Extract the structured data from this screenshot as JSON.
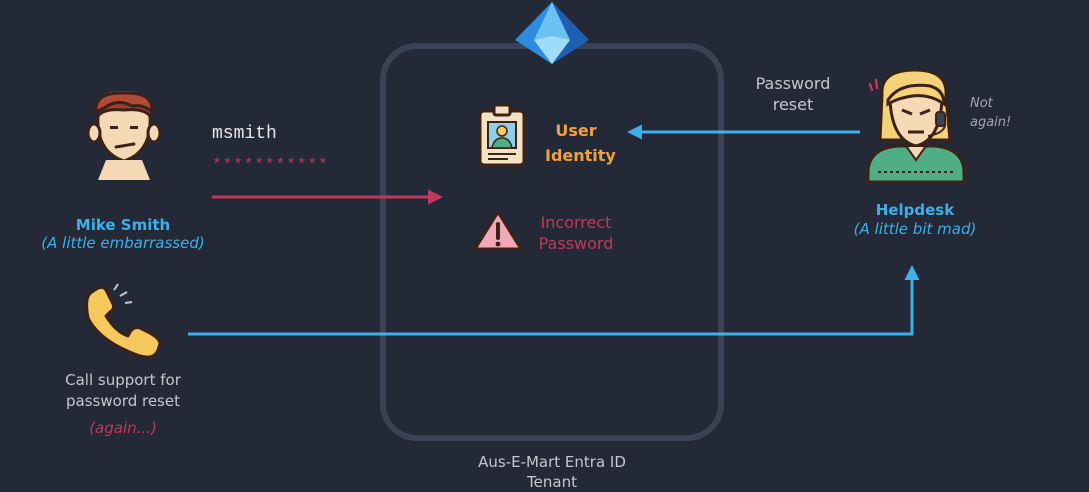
{
  "user": {
    "name": "Mike Smith",
    "mood": "(A little embarrassed)",
    "username": "msmith",
    "password_masked": "***********"
  },
  "tenant": {
    "label": "Aus-E-Mart Entra ID Tenant",
    "identity_label": "User Identity",
    "error_label": "Incorrect Password"
  },
  "helpdesk": {
    "name": "Helpdesk",
    "mood": "(A little bit mad)",
    "thought": "Not again!",
    "action_label": "Password reset"
  },
  "call": {
    "label": "Call support for password reset",
    "note": "(again...)"
  },
  "colors": {
    "background": "#242937",
    "blue": "#3eb0e8",
    "red": "#c0395a",
    "orange": "#f0a143",
    "tenant_border": "#3a4355"
  }
}
